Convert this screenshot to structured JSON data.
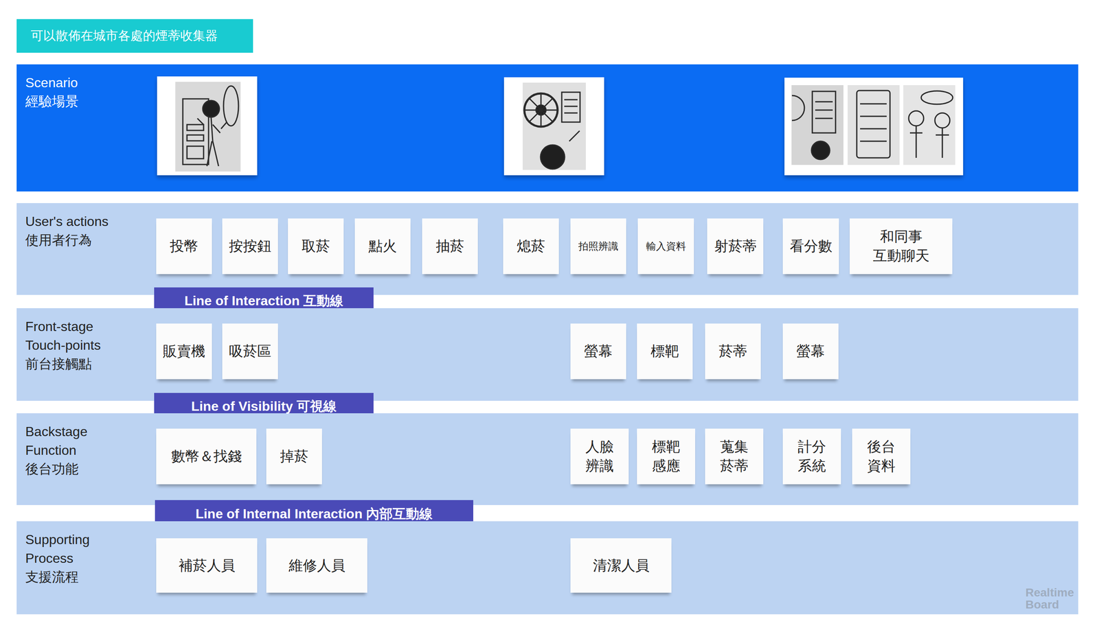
{
  "diagram": {
    "title": "可以散佈在城市各處的煙蒂收集器",
    "nodes": [
      {
        "text": [
          "Scenario 經驗場景"
        ]
      },
      {
        "text": [
          "User's actions 使用者行為"
        ]
      },
      {
        "text": [
          "投幣"
        ],
        "in": 1
      },
      {
        "text": [
          "按按鈕"
        ],
        "in": 1
      },
      {
        "text": [
          "取菸"
        ],
        "in": 1
      },
      {
        "text": [
          "點火"
        ],
        "in": 1
      },
      {
        "text": [
          "抽菸"
        ],
        "in": 1
      },
      {
        "text": [
          "熄菸"
        ],
        "in": 1
      },
      {
        "text": [
          "拍照辨識"
        ],
        "in": 1
      },
      {
        "text": [
          "輸入資料"
        ],
        "in": 1
      },
      {
        "text": [
          "射菸蒂"
        ],
        "in": 1
      },
      {
        "text": [
          "看分數"
        ],
        "in": 1
      },
      {
        "text": [
          "和同事 互動聊天"
        ],
        "in": 1
      },
      {
        "text": [
          "Line of Interaction  互動線"
        ]
      },
      {
        "text": [
          "Front-stage Touch-points 前台接觸點"
        ]
      },
      {
        "text": [
          "販賣機"
        ],
        "in": 14
      },
      {
        "text": [
          "吸菸區"
        ],
        "in": 14
      },
      {
        "text": [
          "螢幕"
        ],
        "in": 14
      },
      {
        "text": [
          "標靶"
        ],
        "in": 14
      },
      {
        "text": [
          "菸蒂"
        ],
        "in": 14
      },
      {
        "text": [
          "螢幕"
        ],
        "in": 14
      },
      {
        "text": [
          "Line of Visibility  可視線"
        ]
      },
      {
        "text": [
          "Backstage Function 後台功能"
        ]
      },
      {
        "text": [
          "數幣＆找錢"
        ],
        "in": 22
      },
      {
        "text": [
          "掉菸"
        ],
        "in": 22
      },
      {
        "text": [
          "人臉 辨識"
        ],
        "in": 22
      },
      {
        "text": [
          "標靶 感應"
        ],
        "in": 22
      },
      {
        "text": [
          "蒐集 菸蒂"
        ],
        "in": 22
      },
      {
        "text": [
          "計分 系統"
        ],
        "in": 22
      },
      {
        "text": [
          "後台 資料"
        ],
        "in": 22
      },
      {
        "text": [
          "Line of Internal Interaction  內部互動線"
        ]
      },
      {
        "text": [
          "Supporting Process 支援流程"
        ]
      },
      {
        "text": [
          "補菸人員"
        ],
        "in": 31
      },
      {
        "text": [
          "維修人員"
        ],
        "in": 31
      },
      {
        "text": [
          "清潔人員"
        ],
        "in": 31
      }
    ],
    "labels": [
      "Realtime Board"
    ]
  }
}
